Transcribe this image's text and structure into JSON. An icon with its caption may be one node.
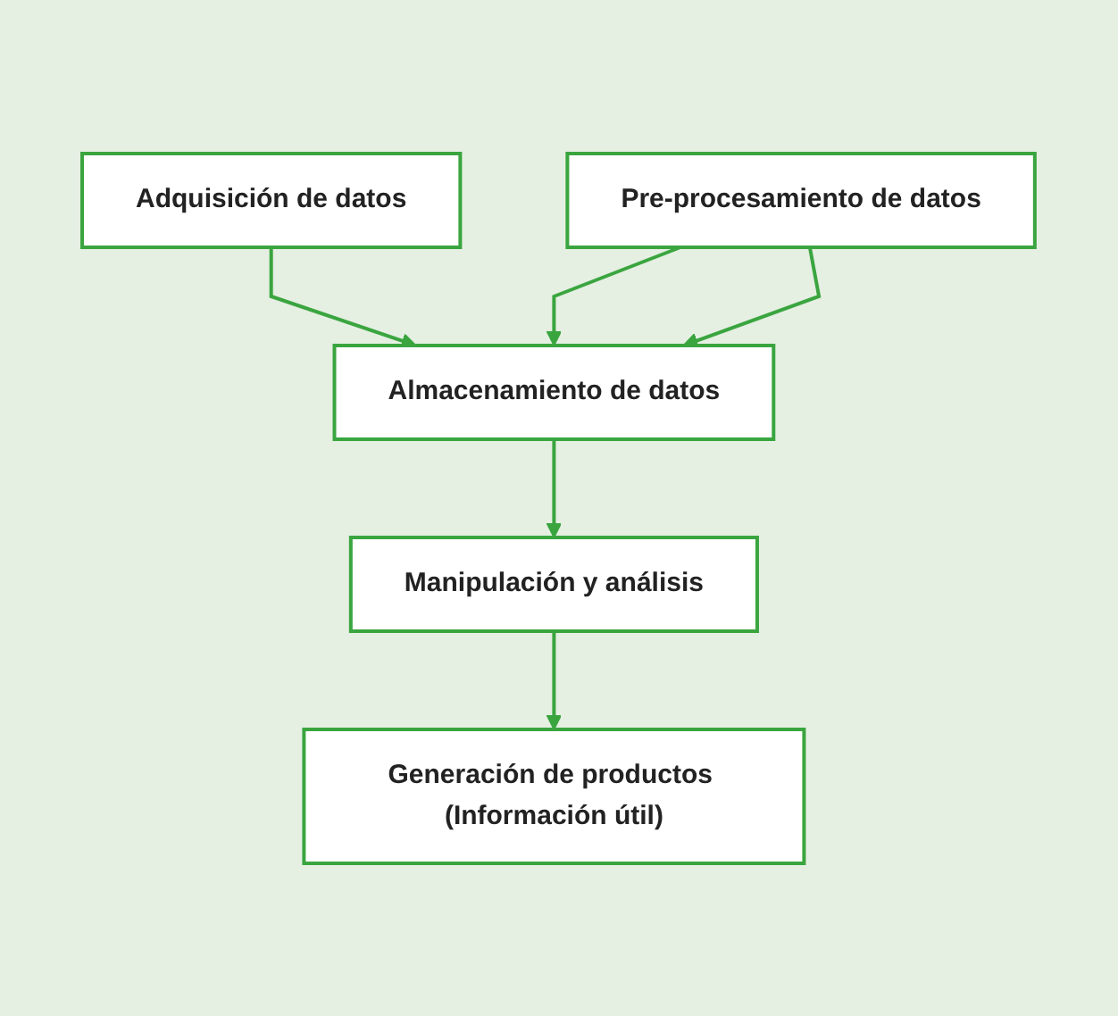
{
  "diagram": {
    "nodes": [
      {
        "text": [
          "Adquisición de datos"
        ]
      },
      {
        "text": [
          "Pre-procesamiento de datos"
        ]
      },
      {
        "text": [
          "Almacenamiento de datos"
        ]
      },
      {
        "text": [
          "Manipulación y análisis"
        ]
      },
      {
        "text": [
          "Generación de productos (Información útil)"
        ]
      }
    ],
    "edges": [
      {
        "from": 0,
        "to": 2,
        "arrow": "to"
      },
      {
        "from": 1,
        "to": 2,
        "arrow": "to"
      },
      {
        "from": 1,
        "to": 2,
        "arrow": "to"
      },
      {
        "from": 2,
        "to": 3,
        "arrow": "to"
      },
      {
        "from": 3,
        "to": 4,
        "arrow": "to"
      }
    ]
  }
}
